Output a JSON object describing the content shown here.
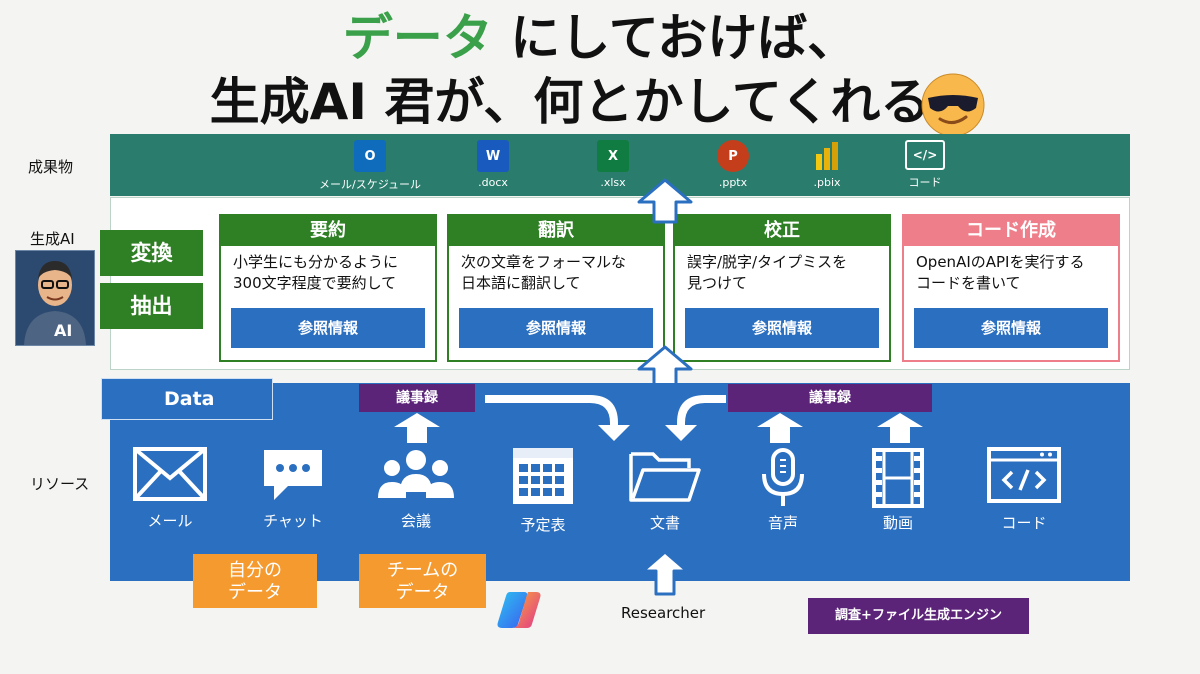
{
  "title": {
    "line1_highlight": "データ",
    "line1_rest": " にしておけば、",
    "line2": "生成AI 君が、何とかしてくれる"
  },
  "rows": {
    "deliverables": "成果物",
    "generative_ai": "生成AI",
    "resources": "リソース"
  },
  "deliverables": [
    {
      "icon": "outlook-icon",
      "label": "メール/スケジュール",
      "glyph": "O",
      "color": "#0f6cbd"
    },
    {
      "icon": "word-icon",
      "label": ".docx",
      "glyph": "W",
      "color": "#185abd"
    },
    {
      "icon": "excel-icon",
      "label": ".xlsx",
      "glyph": "X",
      "color": "#107c41"
    },
    {
      "icon": "powerpoint-icon",
      "label": ".pptx",
      "glyph": "P",
      "color": "#c43e1c"
    },
    {
      "icon": "powerbi-icon",
      "label": ".pbix",
      "glyph": "",
      "color": "#f2c811"
    },
    {
      "icon": "code-icon",
      "label": "コード",
      "glyph": "</>",
      "color": "#2a7d6c"
    }
  ],
  "ai_actions": [
    "変換",
    "抽出"
  ],
  "avatar_label": "AI",
  "tasks": [
    {
      "title": "要約",
      "body_line1": "小学生にも分かるように",
      "body_line2": "300文字程度で要約して",
      "ref": "参照情報"
    },
    {
      "title": "翻訳",
      "body_line1": "次の文章をフォーマルな",
      "body_line2": "日本語に翻訳して",
      "ref": "参照情報"
    },
    {
      "title": "校正",
      "body_line1": "誤字/脱字/タイプミスを",
      "body_line2": "見つけて",
      "ref": "参照情報"
    },
    {
      "title": "コード作成",
      "body_line1": "OpenAIのAPIを実行する",
      "body_line2": "コードを書いて",
      "ref": "参照情報"
    }
  ],
  "data_tab": "Data",
  "minutes_left": "議事録",
  "minutes_right": "議事録",
  "resources": [
    {
      "icon": "mail-icon",
      "label": "メール"
    },
    {
      "icon": "chat-icon",
      "label": "チャット"
    },
    {
      "icon": "people-icon",
      "label": "会議"
    },
    {
      "icon": "calendar-icon",
      "label": "予定表"
    },
    {
      "icon": "folder-icon",
      "label": "文書"
    },
    {
      "icon": "microphone-icon",
      "label": "音声"
    },
    {
      "icon": "film-icon",
      "label": "動画"
    },
    {
      "icon": "code-window-icon",
      "label": "コード"
    }
  ],
  "own_data": {
    "line1": "自分の",
    "line2": "データ"
  },
  "team_data": {
    "line1": "チームの",
    "line2": "データ"
  },
  "researcher": "Researcher",
  "engine": "調査+ファイル生成エンジン",
  "colors": {
    "deliverable_band": "#2a7d6c",
    "task_green": "#2f7f25",
    "task_pink": "#ee7f8a",
    "resource_blue": "#2b6fc0",
    "minutes_purple": "#5b2479",
    "own_data_orange": "#f59a2f",
    "title_highlight": "#3aa04a"
  }
}
